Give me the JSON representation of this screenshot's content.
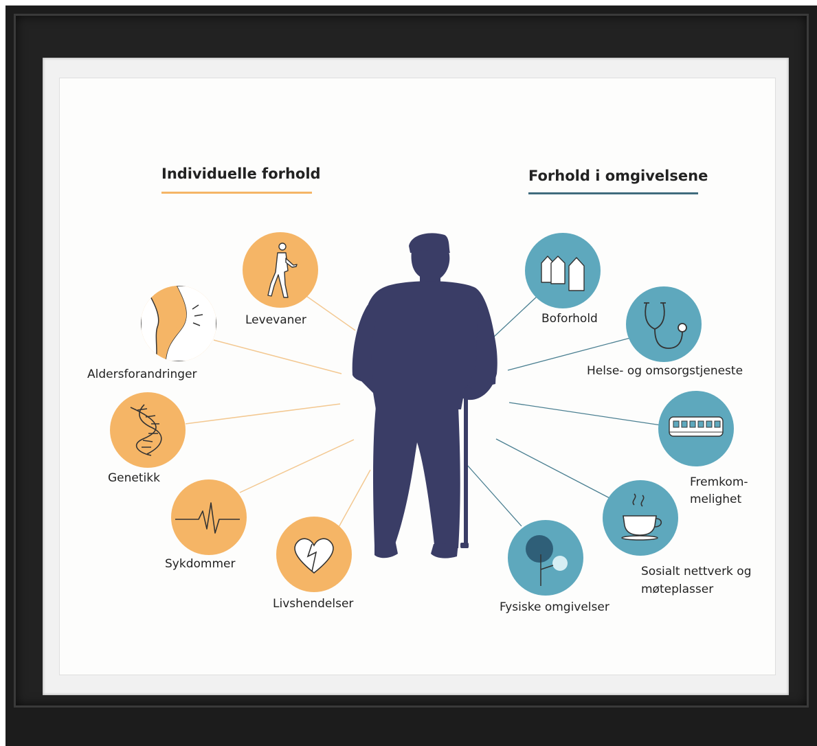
{
  "headings": {
    "individual": "Individuelle forhold",
    "environment": "Forhold i omgivelsene"
  },
  "individual": {
    "levevaner": "Levevaner",
    "aldersforandringer": "Aldersforandringer",
    "genetikk": "Genetikk",
    "sykdommer": "Sykdommer",
    "livshendelser": "Livshendelser"
  },
  "environment": {
    "boforhold": "Boforhold",
    "helse": "Helse- og omsorgstjeneste",
    "fremkom_1": "Fremkom-",
    "fremkom_2": "melighet",
    "sosialt_1": "Sosialt nettverk og",
    "sosialt_2": "møteplasser",
    "fysiske": "Fysiske omgivelser"
  },
  "colors": {
    "individual": "#f5b566",
    "environment": "#5ea8bd",
    "individual_line": "#f3c891",
    "environment_line": "#4a7f91",
    "environment_underline": "#3f6b7d",
    "person": "#3a3d66"
  }
}
